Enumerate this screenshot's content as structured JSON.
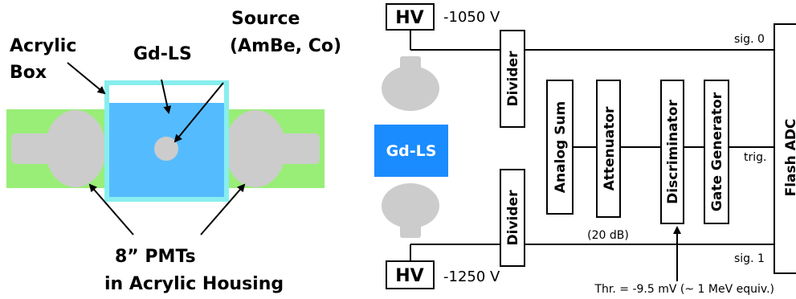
{
  "left": {
    "labels": {
      "acrylic_box_1": "Acrylic",
      "acrylic_box_2": "Box",
      "gdls": "Gd-LS",
      "source_1": "Source",
      "source_2": "(AmBe, Co)",
      "pmts_1": "8” PMTs",
      "pmts_2": "in Acrylic Housing"
    },
    "colors": {
      "housing": "#99ee77",
      "acrylic_frame": "#88eeee",
      "liquid": "#55bbff",
      "pmt": "#cccccc"
    }
  },
  "right": {
    "hv_top": {
      "label": "HV",
      "voltage": "-1050 V"
    },
    "hv_bottom": {
      "label": "HV",
      "voltage": "-1250 V"
    },
    "gdls": {
      "label": "Gd-LS",
      "color": "#1a8cff"
    },
    "modules": {
      "divider_top": "Divider",
      "divider_bottom": "Divider",
      "analog_sum": "Analog Sum",
      "attenuator": "Attenuator",
      "attenuation": "(20 dB)",
      "discriminator": "Discriminator",
      "gate_generator": "Gate Generator",
      "flash_adc": "Flash ADC"
    },
    "signals": {
      "sig0": "sig. 0",
      "trig": "trig.",
      "sig1": "sig. 1",
      "threshold": "Thr. = -9.5 mV (~ 1 MeV equiv.)"
    }
  }
}
